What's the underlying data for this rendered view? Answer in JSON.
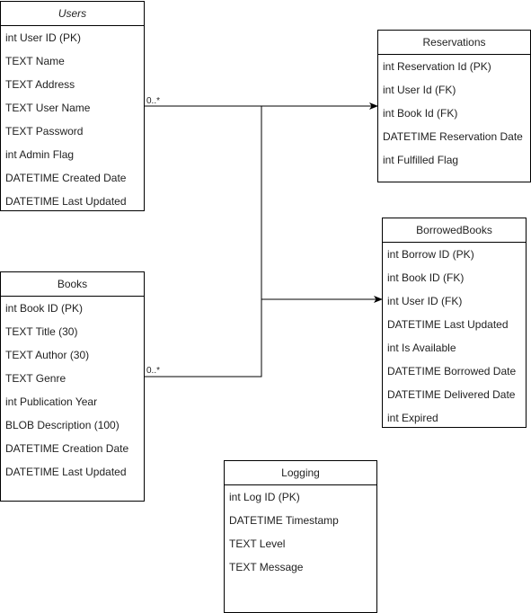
{
  "entities": {
    "users": {
      "title": "Users",
      "fields": [
        "int User ID (PK)",
        "TEXT Name",
        "TEXT Address",
        "TEXT User Name",
        "TEXT Password",
        "int Admin Flag",
        "DATETIME Created Date",
        "DATETIME Last Updated"
      ]
    },
    "reservations": {
      "title": "Reservations",
      "fields": [
        "int Reservation Id (PK)",
        "int User Id (FK)",
        "int Book Id (FK)",
        "DATETIME Reservation Date",
        "int Fulfilled Flag"
      ]
    },
    "borrowed_books": {
      "title": "BorrowedBooks",
      "fields": [
        "int Borrow ID (PK)",
        "int Book ID (FK)",
        "int User ID (FK)",
        "DATETIME Last Updated",
        "int Is Available",
        "DATETIME Borrowed Date",
        "DATETIME Delivered Date",
        "int Expired"
      ]
    },
    "books": {
      "title": "Books",
      "fields": [
        "int Book ID (PK)",
        "TEXT Title (30)",
        "TEXT Author (30)",
        "TEXT Genre",
        "int Publication Year",
        "BLOB Description (100)",
        "DATETIME Creation Date",
        "DATETIME Last Updated"
      ]
    },
    "logging": {
      "title": "Logging",
      "fields": [
        "int Log ID (PK)",
        "DATETIME Timestamp",
        "TEXT Level",
        "TEXT Message"
      ]
    }
  },
  "relations": {
    "users_card": "0..*",
    "books_card": "0..*"
  }
}
